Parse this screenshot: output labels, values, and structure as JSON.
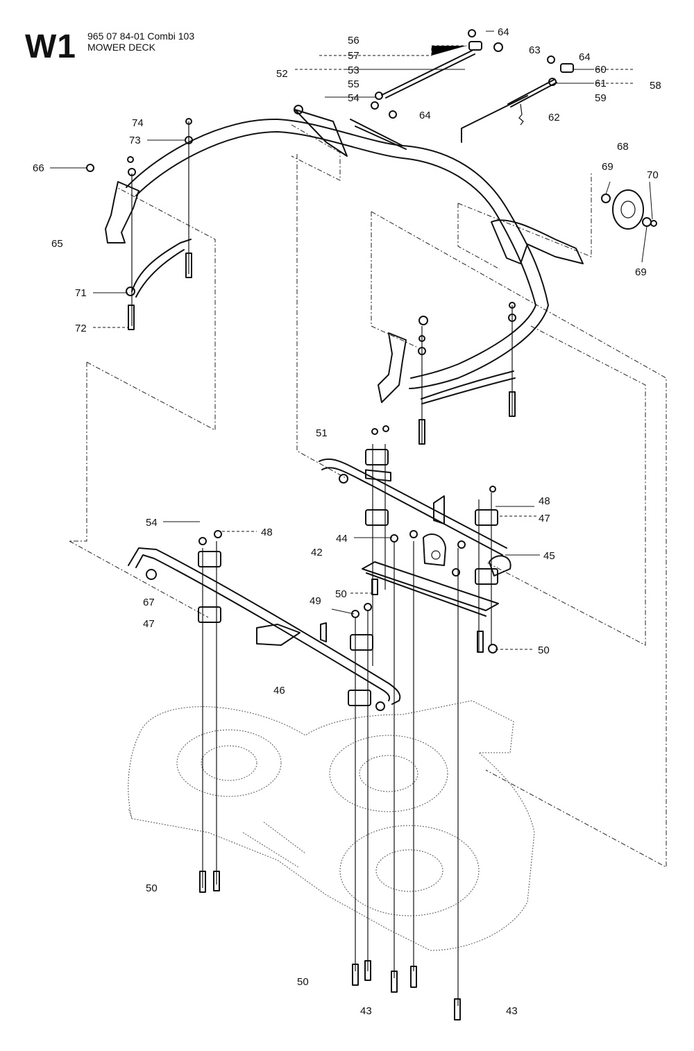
{
  "header": {
    "code": "W1",
    "line1": "965 07 84-01 Combi 103",
    "line2": "MOWER DECK"
  },
  "callouts": {
    "c56": "56",
    "c57": "57",
    "c52": "52",
    "c53": "53",
    "c55": "55",
    "c54a": "54",
    "c64a": "64",
    "c63": "63",
    "c64b": "64",
    "c60": "60",
    "c61": "61",
    "c58": "58",
    "c59": "59",
    "c64c": "64",
    "c62": "62",
    "c74": "74",
    "c73": "73",
    "c66": "66",
    "c65": "65",
    "c71": "71",
    "c72": "72",
    "c68": "68",
    "c69a": "69",
    "c70": "70",
    "c69b": "69",
    "c51": "51",
    "c48a": "48",
    "c47a": "47",
    "c54b": "54",
    "c48b": "48",
    "c44": "44",
    "c42": "42",
    "c45": "45",
    "c50a": "50",
    "c67": "67",
    "c47b": "47",
    "c49": "49",
    "c50b": "50",
    "c46": "46",
    "c50c": "50",
    "c50d": "50",
    "c43a": "43",
    "c43b": "43"
  }
}
